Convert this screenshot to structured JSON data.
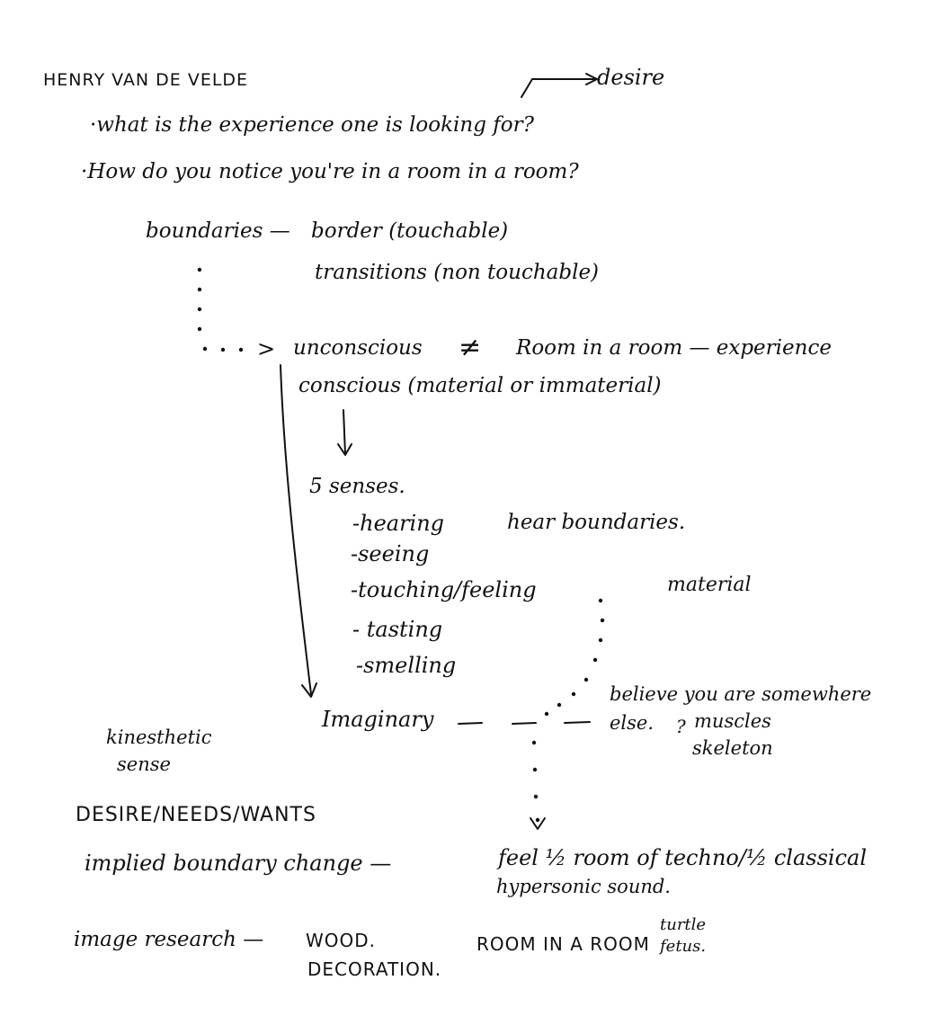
{
  "title": "HENRY VAN DE VELDE",
  "desire_note": "desire",
  "question_1": "·what is the experience one is looking for?",
  "question_2": "·How do you notice you're in a room in a room?",
  "boundaries_label": "boundaries —",
  "border_text": "border (touchable)",
  "transitions_text": "transitions (non touchable)",
  "arrow_gt": ">",
  "unconscious_text": "unconscious",
  "not_equal_sign": "≠",
  "room_experience_text": "Room in a room — experience",
  "conscious_text": "conscious (material or immaterial)",
  "senses_heading": "5 senses.",
  "senses": [
    "-hearing",
    "-seeing",
    "-touching/feeling",
    "- tasting",
    "-smelling"
  ],
  "hear_boundaries": "hear boundaries.",
  "material_note": "material",
  "imaginary_text": "Imaginary",
  "believe_text": "believe you are somewhere",
  "else_text": "else.",
  "question_mark": "?",
  "muscles_text": "muscles",
  "skeleton_text": "skeleton",
  "kinesthetic_line1": "kinesthetic",
  "kinesthetic_line2": "sense",
  "desire_needs_wants": "DESIRE/NEEDS/WANTS",
  "implied_boundary": "implied boundary change —",
  "feel_room_text": "feel ½ room of techno/½ classical",
  "hypersonic_text": "hypersonic sound.",
  "image_research": "image research —",
  "wood_text": "WOOD.",
  "decoration_text": "DECORATION.",
  "room_in_room_caps": "ROOM IN A ROOM",
  "turtle_text": "turtle",
  "fetus_text": "fetus."
}
